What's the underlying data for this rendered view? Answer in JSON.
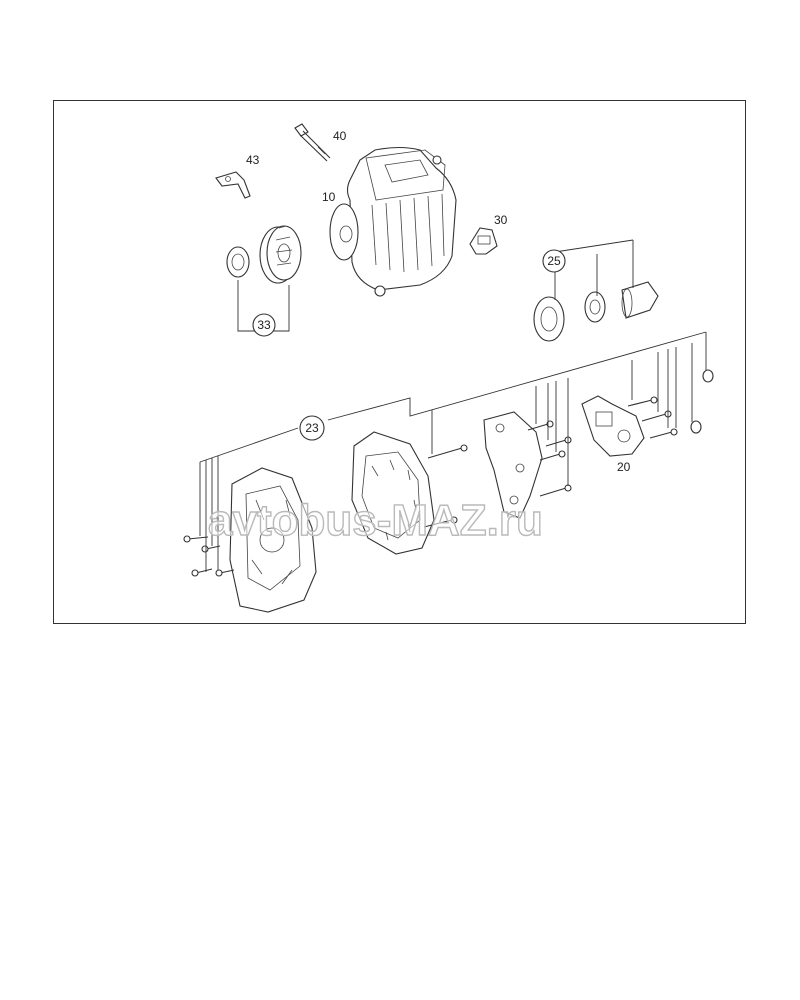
{
  "labels": {
    "l10": "10",
    "l20": "20",
    "l23": "23",
    "l25": "25",
    "l30": "30",
    "l33": "33",
    "l40": "40",
    "l43": "43"
  },
  "watermark": "avtobus-MAZ.ru",
  "colors": {
    "line": "#333333",
    "background": "#ffffff",
    "watermark_outline": "#b9b9b9"
  }
}
